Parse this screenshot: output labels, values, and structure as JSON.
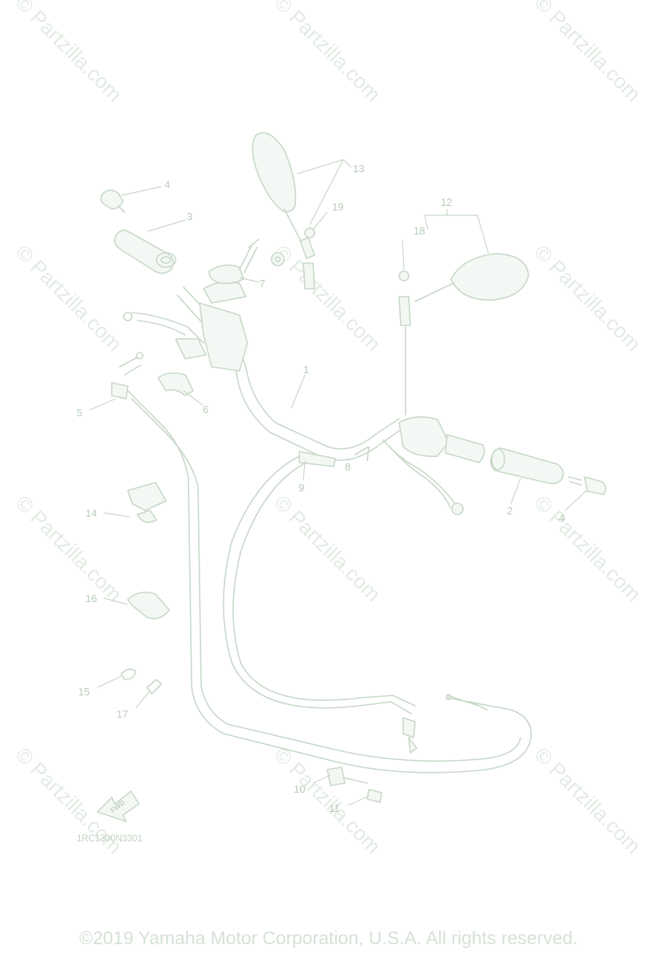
{
  "watermark": "© Partzilla.com",
  "diagram_code": "1RC1300N3301",
  "fwd_label": "FWD",
  "copyright": "©2019 Yamaha Motor Corporation, U.S.A. All rights reserved.",
  "callouts": {
    "c1": "1",
    "c2": "2",
    "c3": "3",
    "c4a": "4",
    "c4b": "4",
    "c5": "5",
    "c6": "6",
    "c7": "7",
    "c8": "8",
    "c9": "9",
    "c10": "10",
    "c11": "11",
    "c12": "12",
    "c13": "13",
    "c14": "14",
    "c15": "15",
    "c16": "16",
    "c17": "17",
    "c18": "18",
    "c19": "19"
  }
}
